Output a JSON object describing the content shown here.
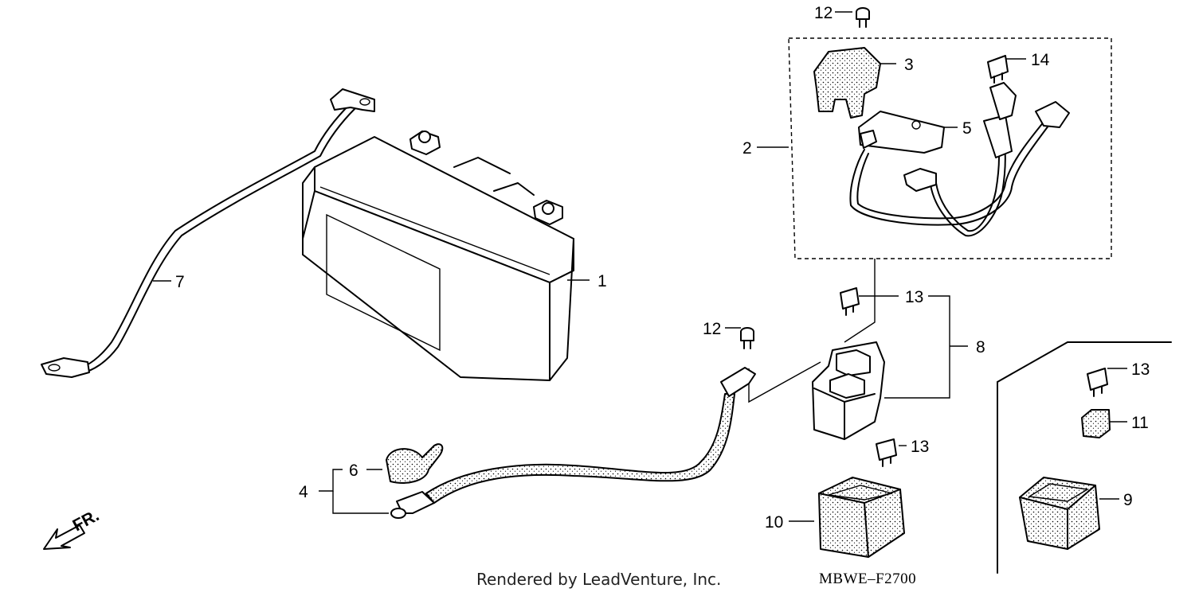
{
  "credit": "Rendered by LeadVenture, Inc.",
  "diagram_code": "MBWE–F2700",
  "direction_label": "FR.",
  "callouts": {
    "c1": "1",
    "c2": "2",
    "c3": "3",
    "c4": "4",
    "c5": "5",
    "c6": "6",
    "c7": "7",
    "c8": "8",
    "c9": "9",
    "c10": "10",
    "c11": "11",
    "c12a": "12",
    "c12b": "12",
    "c13a": "13",
    "c13b": "13",
    "c13c": "13",
    "c14": "14"
  }
}
